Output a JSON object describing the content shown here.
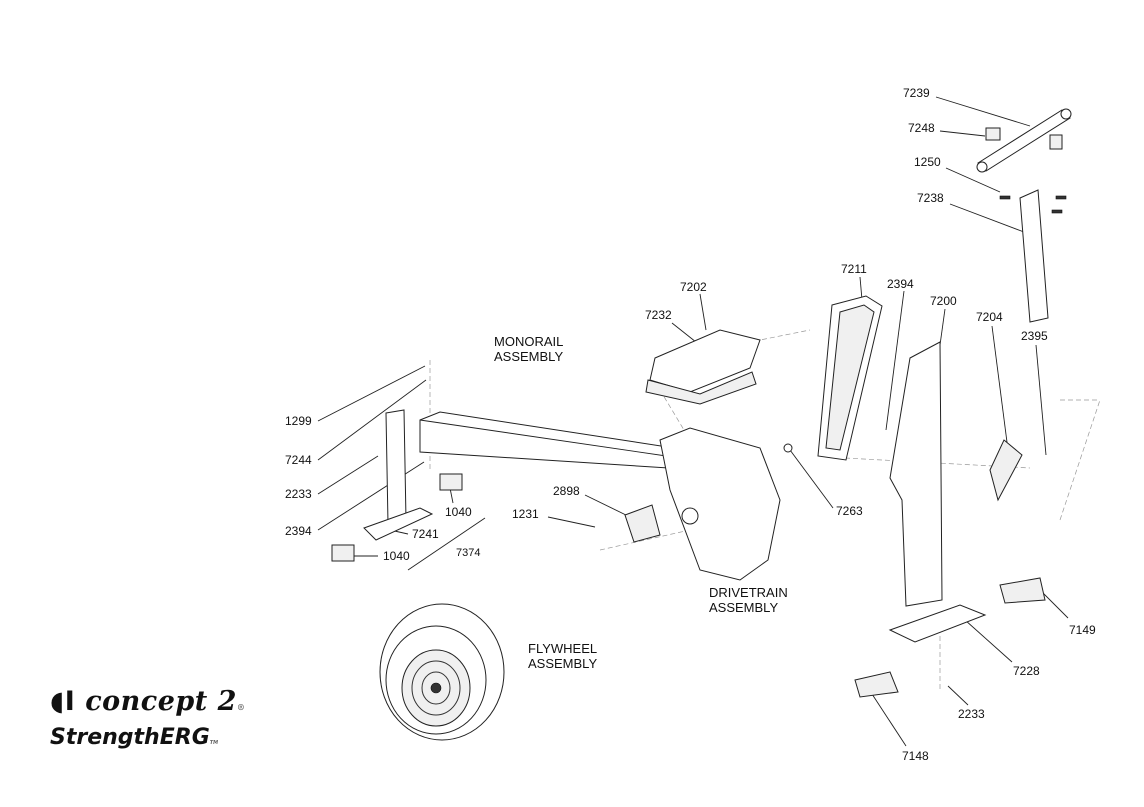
{
  "diagram": {
    "title": "Concept2 StrengthERG exploded parts diagram",
    "part_labels": [
      "7239",
      "7248",
      "1250",
      "7238",
      "7211",
      "2394",
      "7200",
      "7204",
      "2395",
      "7202",
      "7232",
      "1299",
      "7244",
      "2233",
      "2394",
      "1040",
      "7241",
      "1040",
      "7374",
      "2898",
      "1231",
      "7263",
      "7149",
      "7228",
      "2233",
      "7148"
    ],
    "assemblies": {
      "monorail": [
        "MONORAIL",
        "ASSEMBLY"
      ],
      "drivetrain": [
        "DRIVETRAIN",
        "ASSEMBLY"
      ],
      "flywheel": [
        "FLYWHEEL",
        "ASSEMBLY"
      ]
    }
  },
  "logo": {
    "brand": "concept 2",
    "product": "StrengthERG",
    "registered": "®",
    "trademark": "TM"
  }
}
